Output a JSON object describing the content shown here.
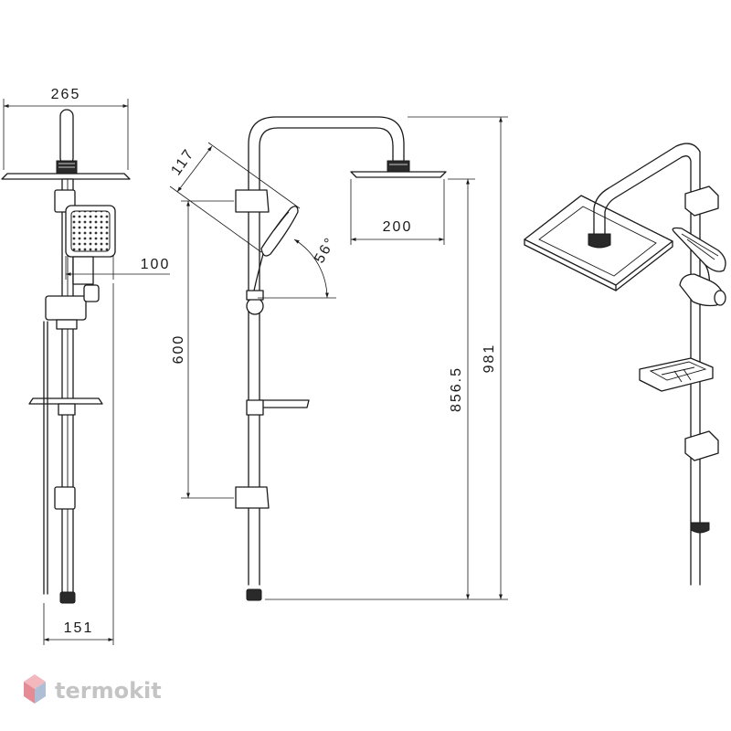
{
  "dimensions": {
    "width_top": "265",
    "arm_offset": "100",
    "width_bottom": "151",
    "handshower_len": "117",
    "angle": "56°",
    "head_projection": "200",
    "bracket_spacing": "600",
    "height_outlet": "856.5",
    "height_total": "981"
  },
  "watermark": {
    "text": "termokit",
    "icon": "cube-logo-icon",
    "colors": {
      "top": "#f2b8bd",
      "left": "#e58b96",
      "right": "#aebed7"
    }
  }
}
